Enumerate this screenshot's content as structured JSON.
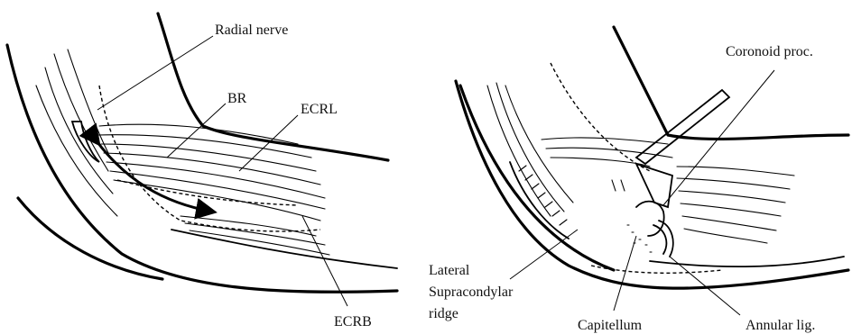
{
  "left_figure": {
    "labels": {
      "radial_nerve": "Radial nerve",
      "br": "BR",
      "ecrl": "ECRL",
      "ecrb": "ECRB"
    }
  },
  "right_figure": {
    "labels": {
      "coronoid_proc": "Coronoid proc.",
      "lateral": "Lateral",
      "supracondylar": "Supracondylar",
      "ridge": "ridge",
      "capitellum": "Capitellum",
      "annular_lig": "Annular lig."
    }
  }
}
